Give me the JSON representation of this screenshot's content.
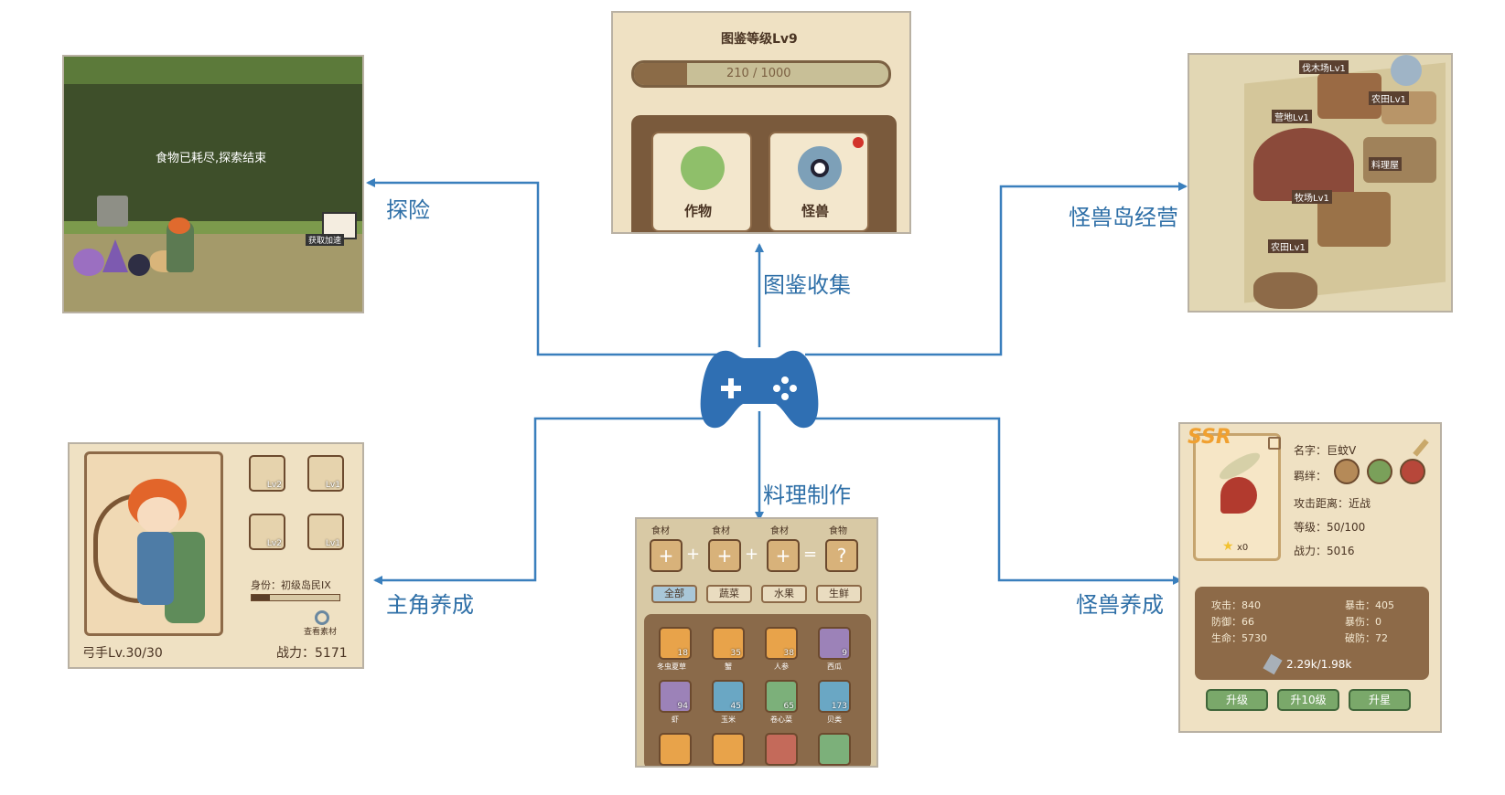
{
  "labels": {
    "explore": "探险",
    "collection": "图鉴收集",
    "island": "怪兽岛经营",
    "cooking": "料理制作",
    "hero": "主角养成",
    "monster": "怪兽养成"
  },
  "explore_panel": {
    "message": "食物已耗尽,探索结束",
    "sign": "获取加速"
  },
  "collection_panel": {
    "title": "图鉴等级Lv9",
    "progress_text": "210 / 1000",
    "progress_fraction": 0.21,
    "cards": [
      "作物",
      "怪兽"
    ]
  },
  "island_panel": {
    "buildings": [
      "伐木场Lv1",
      "农田Lv1",
      "营地Lv1",
      "料理屋",
      "牧场Lv1",
      "农田Lv1"
    ]
  },
  "cooking_panel": {
    "headers": [
      "食材",
      "食材",
      "食材",
      "食物"
    ],
    "tabs": [
      "全部",
      "蔬菜",
      "水果",
      "生鲜"
    ],
    "items": [
      {
        "name": "冬虫夏草",
        "count": "18"
      },
      {
        "name": "蟹",
        "count": "35"
      },
      {
        "name": "人参",
        "count": "38"
      },
      {
        "name": "西瓜",
        "count": "9"
      },
      {
        "name": "虾",
        "count": "94"
      },
      {
        "name": "玉米",
        "count": "45"
      },
      {
        "name": "卷心菜",
        "count": "65"
      },
      {
        "name": "贝类",
        "count": "173"
      }
    ]
  },
  "hero_panel": {
    "equips": [
      "Lv2",
      "Lv1",
      "Lv2",
      "Lv1"
    ],
    "identity": "身份：初级岛民IX",
    "view_btn": "查看素材",
    "class_level": "弓手Lv.30/30",
    "power": "战力：5171"
  },
  "monster_panel": {
    "rarity": "SSR",
    "stars": "x0",
    "name": "名字：巨蚊V",
    "bond": "羁绊：",
    "range": "攻击距离：近战",
    "level": "等级：50/100",
    "power": "战力：5016",
    "stats": [
      "攻击：840",
      "暴击：405",
      "防御：66",
      "暴伤：0",
      "生命：5730",
      "破防：72"
    ],
    "cost": "2.29k/1.98k",
    "buttons": [
      "升级",
      "升10级",
      "升星"
    ]
  },
  "colors": {
    "line": "#3a7fbd",
    "label": "#2e6fa7",
    "gamepad": "#2f6fb3"
  }
}
